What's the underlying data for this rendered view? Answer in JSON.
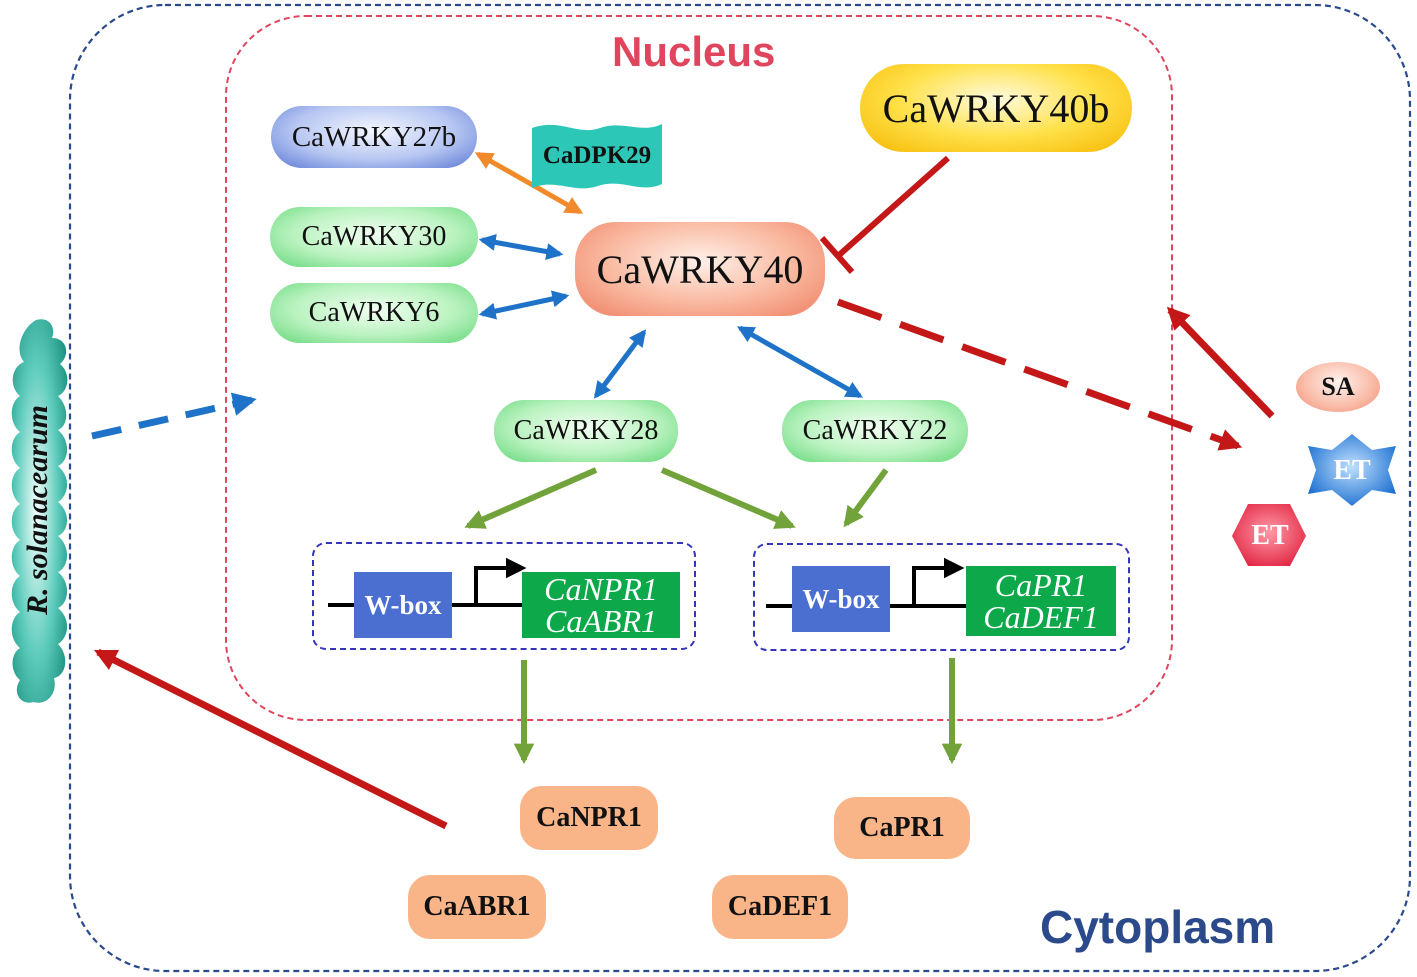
{
  "regions": {
    "nucleus": "Nucleus",
    "cytoplasm": "Cytoplasm"
  },
  "pathogen": "R. solanacearum",
  "transcription_factors": {
    "cawrky27b": "CaWRKY27b",
    "cadpk29": "CaDPK29",
    "cawrky30": "CaWRKY30",
    "cawrky6": "CaWRKY6",
    "cawrky40": "CaWRKY40",
    "cawrky40b": "CaWRKY40b",
    "cawrky28": "CaWRKY28",
    "cawrky22": "CaWRKY22"
  },
  "promoters": {
    "left": {
      "element": "W-box",
      "genes": [
        "CaNPR1",
        "CaABR1"
      ]
    },
    "right": {
      "element": "W-box",
      "genes": [
        "CaPR1",
        "CaDEF1"
      ]
    }
  },
  "products": {
    "canpr1": "CaNPR1",
    "caabr1": "CaABR1",
    "capr1": "CaPR1",
    "cadef1": "CaDEF1"
  },
  "hormones": {
    "sa": "SA",
    "et_blue": "ET",
    "et_red": "ET"
  },
  "colors": {
    "nucleus_border": "#e0455e",
    "cytoplasm_border": "#2a4a8c",
    "interaction_arrow": "#1e73c8",
    "cadpk29_arrow": "#f08a2a",
    "regulation_arrow": "#72a23a",
    "induction_arrow": "#c41818"
  }
}
